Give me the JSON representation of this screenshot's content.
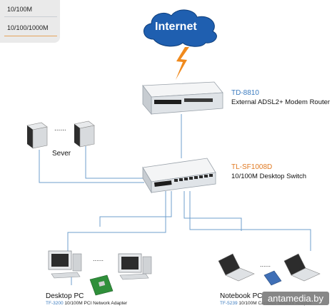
{
  "legend": {
    "items": [
      {
        "label": "10/100M",
        "color": "#c9ced4"
      },
      {
        "label": "10/100/1000M",
        "color": "#e6a35a"
      }
    ]
  },
  "internet": {
    "label": "Internet",
    "color": "#1f5fb0"
  },
  "router": {
    "model": "TD-8810",
    "description": "External ADSL2+ Modem Router",
    "model_color": "#3b7bbf"
  },
  "switch": {
    "model": "TL-SF1008D",
    "description": "10/100M Desktop Switch",
    "model_color": "#e07a22"
  },
  "server": {
    "label": "Sever",
    "ellipsis": "......"
  },
  "desktop": {
    "label": "Desktop PC",
    "adapter_model": "TF-3200",
    "adapter_desc": "10/100M PCI Network Adapter",
    "ellipsis": "......"
  },
  "notebook": {
    "label": "Notebook PC",
    "adapter_model": "TF-5239",
    "adapter_desc": "10/100M CardBus Network Adapter",
    "ellipsis": "......"
  },
  "watermark": {
    "text": "antamedia.by"
  },
  "colors": {
    "link": "#6f9fcc"
  }
}
